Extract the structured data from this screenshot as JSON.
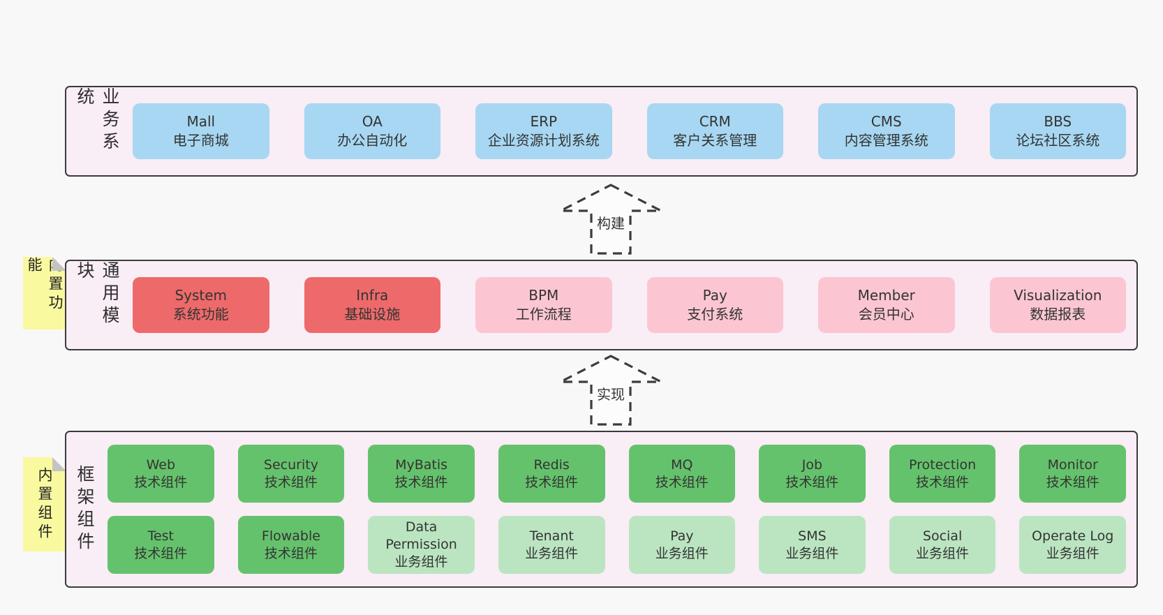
{
  "palette": {
    "page_bg": "#f8f8f8",
    "band_bg": "#f9edf6",
    "band_border": "#3a3a3a",
    "blue_box": "#a7d7f2",
    "red_box": "#ee6a6a",
    "pink_box": "#fbc6d2",
    "green_box": "#65c26c",
    "light_green_box": "#bbe5c1",
    "sticky_yellow": "#f9f9a0",
    "sticky_fold": "#c4c4c4"
  },
  "arrows": [
    {
      "label": "构建"
    },
    {
      "label": "实现"
    }
  ],
  "bands": [
    {
      "label": "业务系统",
      "boxes": [
        {
          "name": "Mall",
          "desc": "电子商城"
        },
        {
          "name": "OA",
          "desc": "办公自动化"
        },
        {
          "name": "ERP",
          "desc": "企业资源计划系统"
        },
        {
          "name": "CRM",
          "desc": "客户关系管理"
        },
        {
          "name": "CMS",
          "desc": "内容管理系统"
        },
        {
          "name": "BBS",
          "desc": "论坛社区系统"
        }
      ]
    },
    {
      "label": "通用模块",
      "sticky": "内置功能",
      "boxes": [
        {
          "name": "System",
          "desc": "系统功能"
        },
        {
          "name": "Infra",
          "desc": "基础设施"
        },
        {
          "name": "BPM",
          "desc": "工作流程"
        },
        {
          "name": "Pay",
          "desc": "支付系统"
        },
        {
          "name": "Member",
          "desc": "会员中心"
        },
        {
          "name": "Visualization",
          "desc": "数据报表"
        }
      ]
    },
    {
      "label": "框架组件",
      "sticky": "内置组件",
      "rows": [
        [
          {
            "name": "Web",
            "desc": "技术组件"
          },
          {
            "name": "Security",
            "desc": "技术组件"
          },
          {
            "name": "MyBatis",
            "desc": "技术组件"
          },
          {
            "name": "Redis",
            "desc": "技术组件"
          },
          {
            "name": "MQ",
            "desc": "技术组件"
          },
          {
            "name": "Job",
            "desc": "技术组件"
          },
          {
            "name": "Protection",
            "desc": "技术组件"
          },
          {
            "name": "Monitor",
            "desc": "技术组件"
          }
        ],
        [
          {
            "name": "Test",
            "desc": "技术组件"
          },
          {
            "name": "Flowable",
            "desc": "技术组件"
          },
          {
            "name": "Data Permission",
            "desc": "业务组件"
          },
          {
            "name": "Tenant",
            "desc": "业务组件"
          },
          {
            "name": "Pay",
            "desc": "业务组件"
          },
          {
            "name": "SMS",
            "desc": "业务组件"
          },
          {
            "name": "Social",
            "desc": "业务组件"
          },
          {
            "name": "Operate Log",
            "desc": "业务组件"
          }
        ]
      ]
    }
  ]
}
